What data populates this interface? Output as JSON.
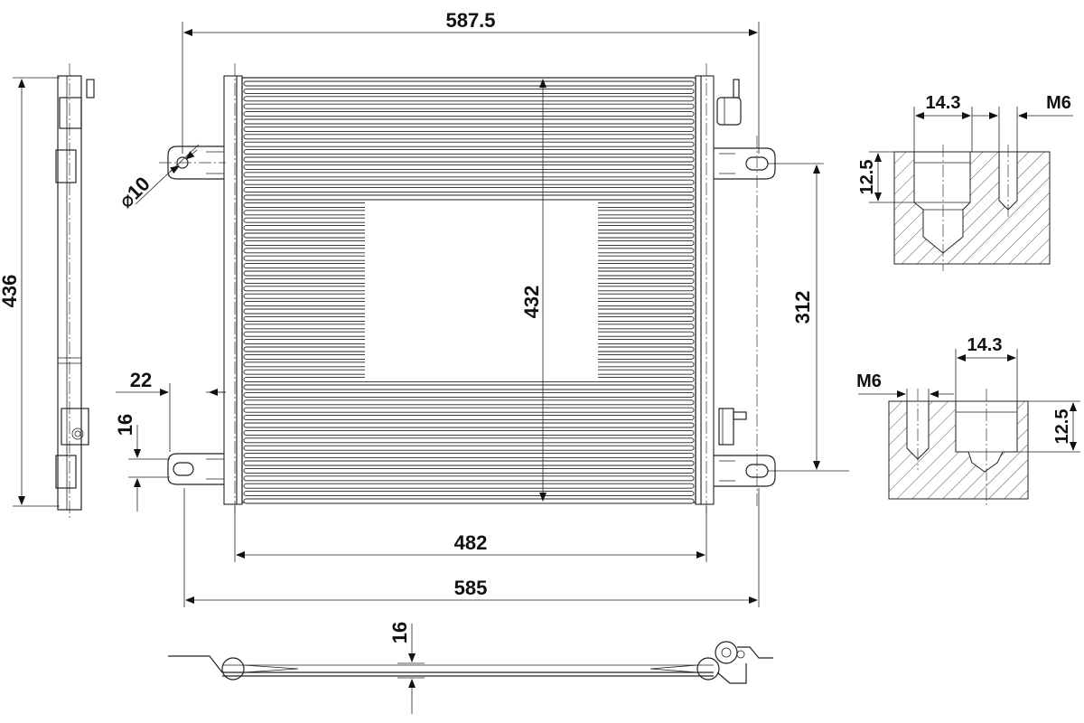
{
  "dimensions": {
    "overall_width_top": "587.5",
    "core_width": "482",
    "overall_width_bottom": "585",
    "core_height": "432",
    "overall_height": "436",
    "mount_spacing": "312",
    "hole_diameter": "⌀10",
    "bracket_offset": "22",
    "bracket_height": "16",
    "thickness": "16"
  },
  "details": {
    "top": {
      "bore": "14.3",
      "thread": "M6",
      "depth": "12.5"
    },
    "bottom": {
      "bore": "14.3",
      "thread": "M6",
      "depth": "12.5"
    }
  }
}
